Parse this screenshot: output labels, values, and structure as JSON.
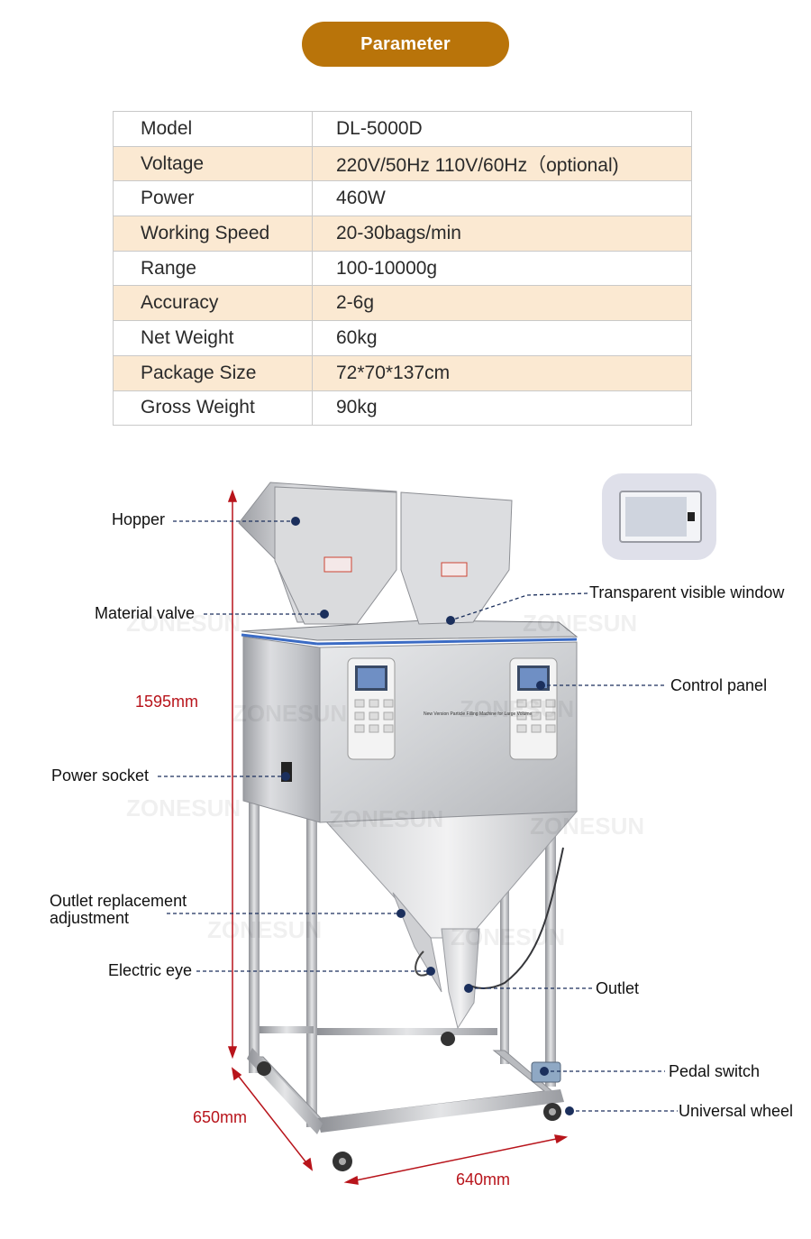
{
  "header": {
    "title": "Parameter"
  },
  "specs": [
    {
      "key": "Model",
      "value": "DL-5000D"
    },
    {
      "key": "Voltage",
      "value": "220V/50Hz  110V/60Hz（optional)"
    },
    {
      "key": "Power",
      "value": "460W"
    },
    {
      "key": "Working Speed",
      "value": "20-30bags/min"
    },
    {
      "key": "Range",
      "value": "100-10000g"
    },
    {
      "key": "Accuracy",
      "value": "2-6g"
    },
    {
      "key": "Net Weight",
      "value": "60kg"
    },
    {
      "key": "Package Size",
      "value": "72*70*137cm"
    },
    {
      "key": "Gross Weight",
      "value": "90kg"
    }
  ],
  "callouts": {
    "hopper": "Hopper",
    "material_valve": "Material valve",
    "power_socket": "Power socket",
    "outlet_adjust_1": "Outlet replacement",
    "outlet_adjust_2": "adjustment",
    "electric_eye": "Electric eye",
    "transparent_window": "Transparent visible window",
    "control_panel": "Control panel",
    "outlet": "Outlet",
    "pedal_switch": "Pedal switch",
    "universal_wheel": "Universal wheel"
  },
  "dimensions": {
    "height": "1595mm",
    "depth": "650mm",
    "width": "640mm"
  },
  "watermark": "ZONESUN",
  "machine_plate": "New Version Particle Filling Machine for Large Volume",
  "colors": {
    "pill": "#b9740a",
    "row_alt": "#fbe9d2",
    "dim_text": "#b8141b",
    "leader": "#1b2f5c"
  }
}
